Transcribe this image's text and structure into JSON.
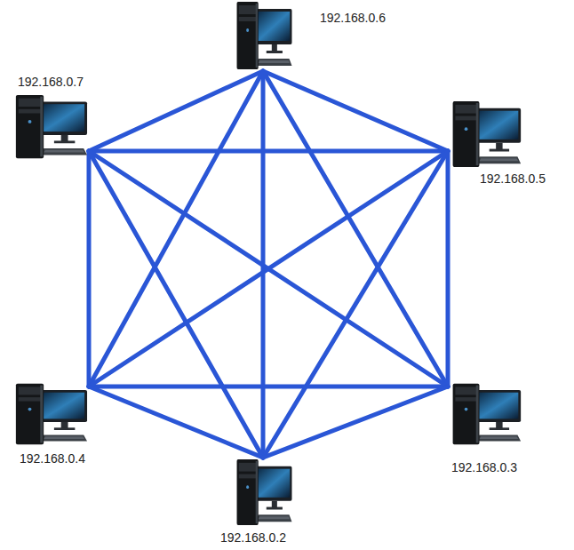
{
  "diagram": {
    "nodes": [
      {
        "text": [
          "192.168.0.6"
        ]
      },
      {
        "text": [
          "192.168.0.7"
        ]
      },
      {
        "text": [
          "192.168.0.5"
        ]
      },
      {
        "text": [
          "192.168.0.4"
        ]
      },
      {
        "text": [
          "192.168.0.3"
        ]
      },
      {
        "text": [
          "192.168.0.2"
        ]
      }
    ],
    "edges": [
      {
        "from": 0,
        "to": 1,
        "arrow": "none"
      },
      {
        "from": 0,
        "to": 2,
        "arrow": "none"
      },
      {
        "from": 0,
        "to": 3,
        "arrow": "none"
      },
      {
        "from": 0,
        "to": 4,
        "arrow": "none"
      },
      {
        "from": 0,
        "to": 5,
        "arrow": "none"
      },
      {
        "from": 1,
        "to": 2,
        "arrow": "none"
      },
      {
        "from": 1,
        "to": 3,
        "arrow": "none"
      },
      {
        "from": 1,
        "to": 4,
        "arrow": "none"
      },
      {
        "from": 1,
        "to": 5,
        "arrow": "none"
      },
      {
        "from": 2,
        "to": 3,
        "arrow": "none"
      },
      {
        "from": 2,
        "to": 4,
        "arrow": "none"
      },
      {
        "from": 2,
        "to": 5,
        "arrow": "none"
      },
      {
        "from": 3,
        "to": 4,
        "arrow": "none"
      },
      {
        "from": 3,
        "to": 5,
        "arrow": "none"
      },
      {
        "from": 4,
        "to": 5,
        "arrow": "none"
      }
    ]
  }
}
